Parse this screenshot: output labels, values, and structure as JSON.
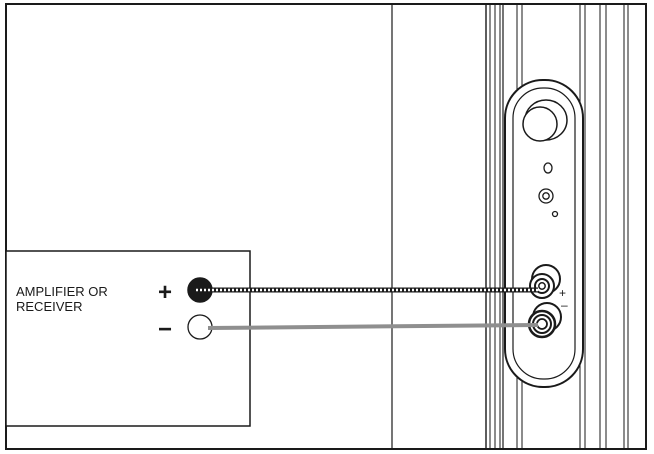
{
  "amplifier": {
    "label_line1": "AMPLIFIER OR",
    "label_line2": "RECEIVER",
    "positive_sign": "+",
    "negative_sign": "−"
  },
  "speaker": {
    "positive_sign": "+",
    "negative_sign": "–"
  },
  "wires": {
    "positive": {
      "style": "dotted",
      "color": "#2a2a2a"
    },
    "negative": {
      "style": "solid",
      "color": "#8f8f8f"
    }
  },
  "colors": {
    "line": "#1a1a1a",
    "terminal_filled": "#1a1a1a",
    "background": "#ffffff"
  }
}
